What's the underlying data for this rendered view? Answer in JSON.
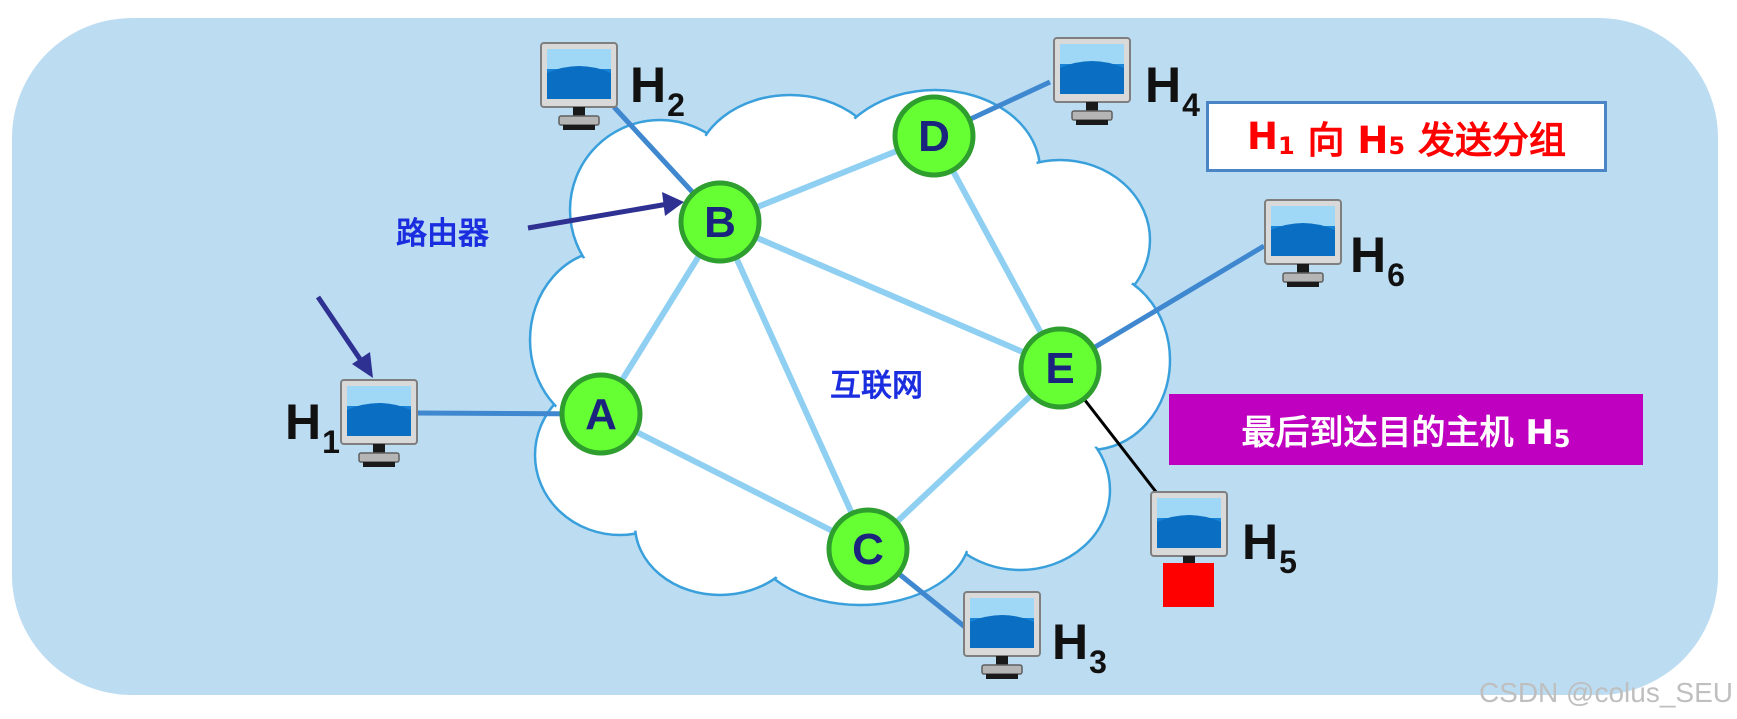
{
  "routers": [
    {
      "id": "A",
      "label": "A"
    },
    {
      "id": "B",
      "label": "B"
    },
    {
      "id": "C",
      "label": "C"
    },
    {
      "id": "D",
      "label": "D"
    },
    {
      "id": "E",
      "label": "E"
    }
  ],
  "hosts": [
    {
      "id": "H1",
      "letter": "H",
      "sub": "1",
      "router": "A"
    },
    {
      "id": "H2",
      "letter": "H",
      "sub": "2",
      "router": "B"
    },
    {
      "id": "H3",
      "letter": "H",
      "sub": "3",
      "router": "C"
    },
    {
      "id": "H4",
      "letter": "H",
      "sub": "4",
      "router": "D"
    },
    {
      "id": "H5",
      "letter": "H",
      "sub": "5",
      "router": "E"
    },
    {
      "id": "H6",
      "letter": "H",
      "sub": "6",
      "router": "E"
    }
  ],
  "links": [
    [
      "A",
      "B"
    ],
    [
      "A",
      "C"
    ],
    [
      "B",
      "C"
    ],
    [
      "B",
      "D"
    ],
    [
      "B",
      "E"
    ],
    [
      "D",
      "E"
    ],
    [
      "C",
      "E"
    ]
  ],
  "labels": {
    "router_note": "路由器",
    "internet": "互联网"
  },
  "callout_send": {
    "prefix": "H",
    "sub1": "1",
    "mid": " 向 H",
    "sub2": "5",
    "suffix": " 发送分组"
  },
  "callout_arrive": {
    "text": "最后到达目的主机 H",
    "sub": "5"
  },
  "watermark": "CSDN @colus_SEU",
  "colors": {
    "background_panel": "#bcdcf2",
    "cloud": "#ffffff",
    "cloud_edge": "#39a0dc",
    "router_fill": "#66ff33",
    "router_edge": "#2e9e2e",
    "router_text": "#1a237e",
    "core_link": "#8fd0f2",
    "host_link": "#3f88cf",
    "arrive_link": "#000000",
    "callout_send_text": "#ff0000",
    "callout_arrive_bg": "#c000c0",
    "packet": "#ff0000",
    "arrow": "#2e3192"
  }
}
